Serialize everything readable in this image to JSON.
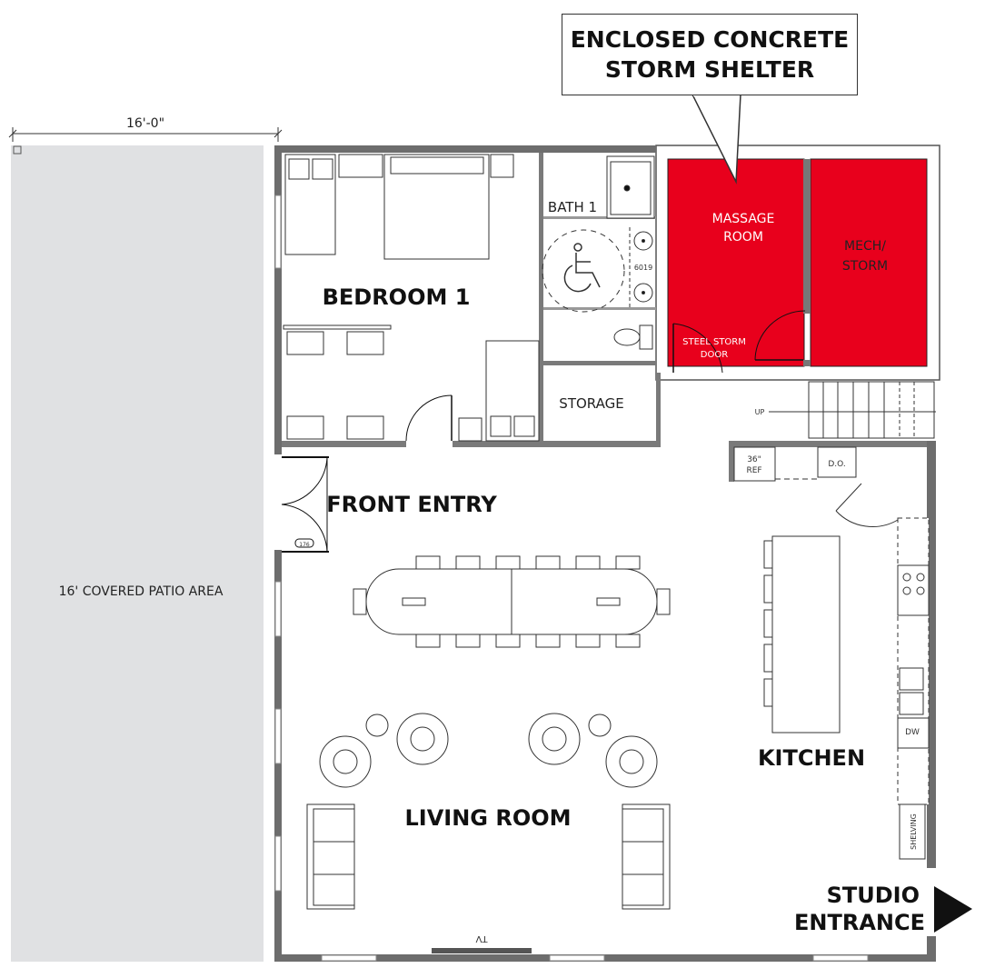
{
  "dimension": {
    "label": "16'-0\""
  },
  "callout": {
    "line1": "ENCLOSED CONCRETE",
    "line2": "STORM SHELTER"
  },
  "rooms": {
    "bedroom": "BEDROOM 1",
    "bath": "BATH 1",
    "storage": "STORAGE",
    "massage_line1": "MASSAGE",
    "massage_line2": "ROOM",
    "mech_line1": "MECH/",
    "mech_line2": "STORM",
    "storm_door_line1": "STEEL STORM",
    "storm_door_line2": "DOOR",
    "front_entry": "FRONT ENTRY",
    "living": "LIVING ROOM",
    "kitchen": "KITCHEN",
    "patio": "16' COVERED PATIO AREA",
    "studio_line1": "STUDIO",
    "studio_line2": "ENTRANCE"
  },
  "annotations": {
    "window_tag": "6019",
    "door_tag": "176",
    "stairs": "UP",
    "ref_line1": "36\"",
    "ref_line2": "REF",
    "double_oven": "D.O.",
    "dishwasher": "DW",
    "shelving": "SHELVING",
    "tv": "TV"
  },
  "colors": {
    "shelter": "#e8001c",
    "wall": "#6d6d6d",
    "patio": "#e0e1e3"
  }
}
